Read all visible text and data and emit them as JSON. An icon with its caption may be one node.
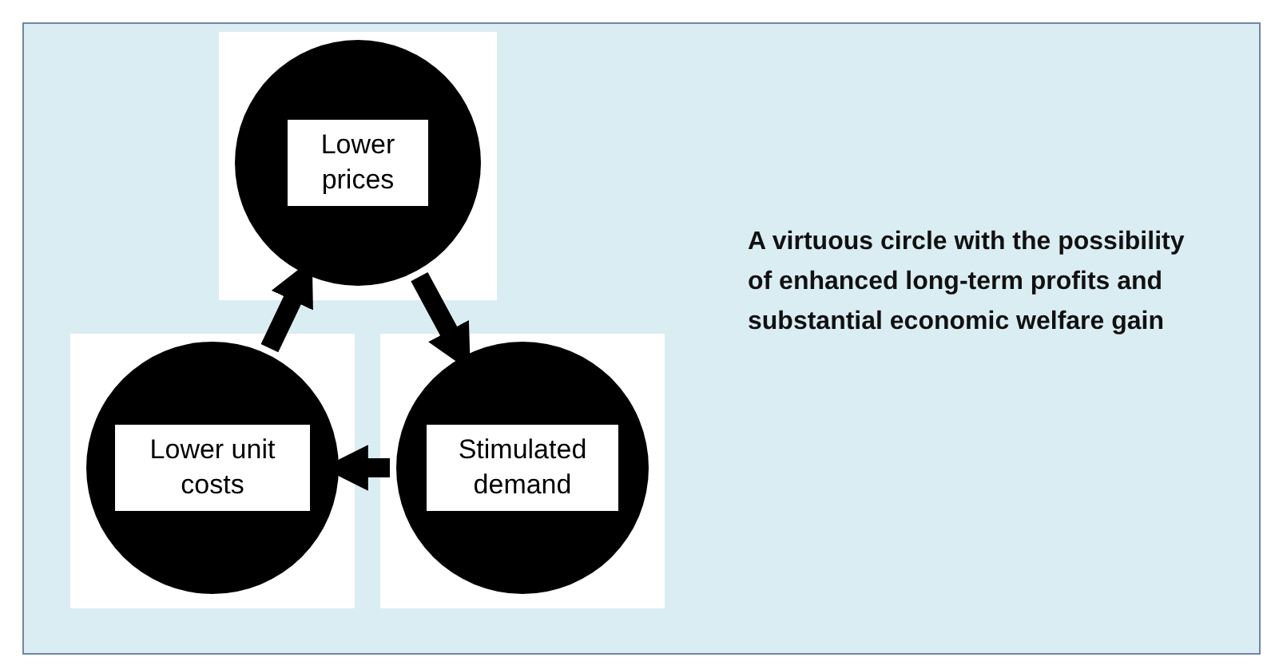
{
  "diagram": {
    "nodes": [
      {
        "text": [
          "Lower prices"
        ]
      },
      {
        "text": [
          "Lower unit costs"
        ]
      },
      {
        "text": [
          "Stimulated demand"
        ]
      },
      {
        "text": [
          "A virtuous circle with the possibility of enhanced long-term profits and substantial economic welfare gain"
        ]
      }
    ],
    "edges": [
      {
        "from": 0,
        "to": 2,
        "arrow": "to"
      },
      {
        "from": 2,
        "to": 1,
        "arrow": "to"
      },
      {
        "from": 1,
        "to": 0,
        "arrow": "to"
      }
    ]
  }
}
